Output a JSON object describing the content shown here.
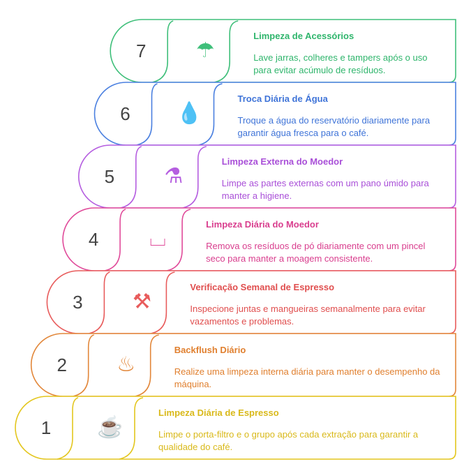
{
  "steps": [
    {
      "number": "1",
      "title": "Limpeza Diária de Espresso",
      "desc": "Limpe o porta-filtro e o grupo após cada extração para garantir a qualidade do café.",
      "color": "#e3c61e",
      "text_color": "#d9b91a",
      "icon": "portafilter-hand-icon",
      "glyph": "☕"
    },
    {
      "number": "2",
      "title": "Backflush Diário",
      "desc": "Realize uma limpeza interna diária para manter o desempenho da máquina.",
      "color": "#e2873a",
      "text_color": "#e07f2e",
      "icon": "backflush-hands-icon",
      "glyph": "♨"
    },
    {
      "number": "3",
      "title": "Verificação Semanal de Espresso",
      "desc": "Inspecione juntas e mangueiras semanalmente para evitar vazamentos e problemas.",
      "color": "#e85c5c",
      "text_color": "#e04e4e",
      "icon": "technician-inspect-icon",
      "glyph": "⚒"
    },
    {
      "number": "4",
      "title": "Limpeza Diária do Moedor",
      "desc": "Remova os resíduos de pó diariamente com um pincel seco para manter a moagem consistente.",
      "color": "#e04b9a",
      "text_color": "#d93e8e",
      "icon": "brush-cup-icon",
      "glyph": "⌴"
    },
    {
      "number": "5",
      "title": "Limpeza Externa do Moedor",
      "desc": "Limpe as partes externas com um pano úmido para manter a higiene.",
      "color": "#b55ee0",
      "text_color": "#a94fd8",
      "icon": "grinder-wipe-icon",
      "glyph": "⚗"
    },
    {
      "number": "6",
      "title": "Troca Diária de Água",
      "desc": "Troque a água do reservatório diariamente para garantir água fresca para o café.",
      "color": "#4b80e0",
      "text_color": "#3f74d8",
      "icon": "water-refill-icon",
      "glyph": "💧"
    },
    {
      "number": "7",
      "title": "Limpeza de Acessórios",
      "desc": "Lave jarras, colheres e tampers após o uso para evitar acúmulo de resíduos.",
      "color": "#3fbf7a",
      "text_color": "#2fb56c",
      "icon": "rinse-tools-icon",
      "glyph": "☂"
    }
  ]
}
